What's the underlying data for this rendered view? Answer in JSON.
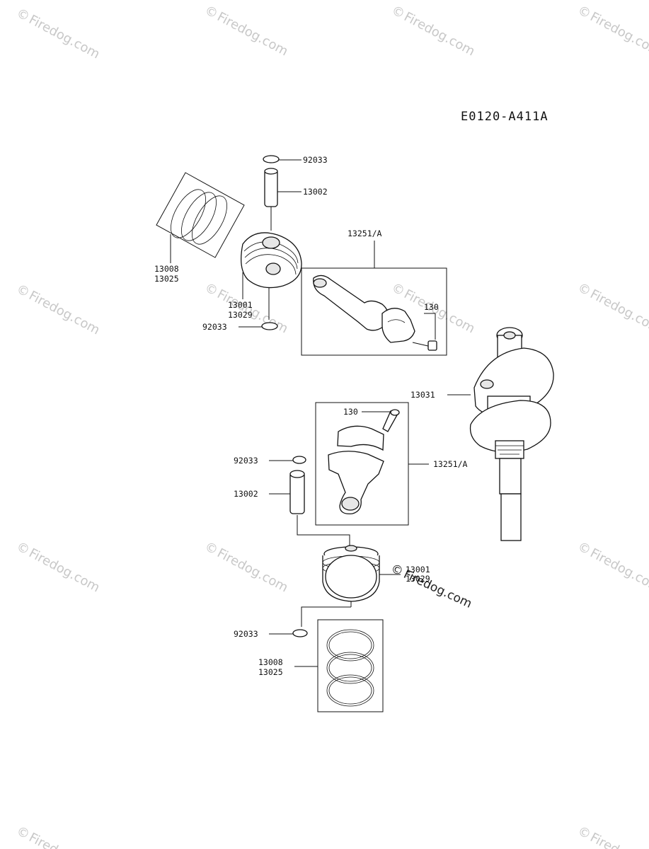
{
  "diagram_code": "E0120-A411A",
  "watermark": {
    "text": "Firedog.com",
    "symbol": "©",
    "brand_text": "Firedog.com",
    "brand_symbol": "©"
  },
  "labels": {
    "clip_top": "92033",
    "pin_top": "13002",
    "rings_top_a": "13008",
    "rings_top_b": "13025",
    "piston_top_a": "13001",
    "piston_top_b": "13029",
    "clip_top_lower": "92033",
    "rod_top": "13251/A",
    "bolt_top": "130",
    "crankshaft": "13031",
    "bolt_bottom": "130",
    "rod_bottom": "13251/A",
    "clip_bottom": "92033",
    "pin_bottom": "13002",
    "piston_bottom_a": "13001",
    "piston_bottom_b": "13029",
    "clip_bottom_lower": "92033",
    "rings_bottom_a": "13008",
    "rings_bottom_b": "13025"
  }
}
